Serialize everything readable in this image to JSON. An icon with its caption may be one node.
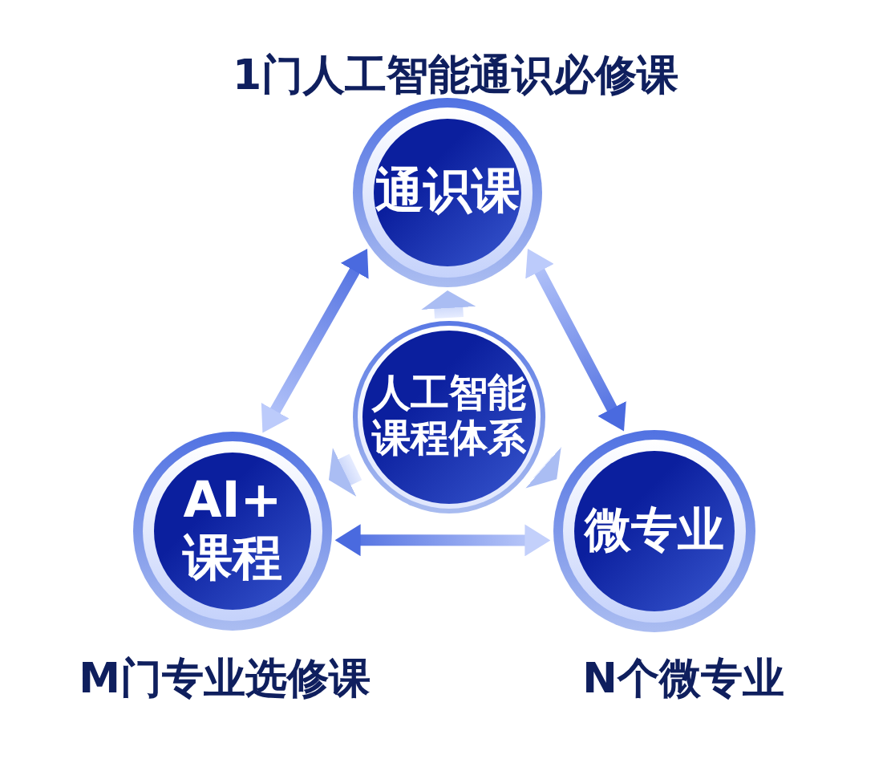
{
  "diagram": {
    "nodes": [
      {
        "text": [
          "通识课"
        ],
        "beside": [
          "1门人工智能通识必修课"
        ]
      },
      {
        "text": [
          "人工智能课程体系"
        ]
      },
      {
        "text": [
          "AI+课程"
        ],
        "beside": [
          "M门专业选修课"
        ]
      },
      {
        "text": [
          "微专业"
        ],
        "beside": [
          "N个微专业"
        ]
      }
    ],
    "edges": [
      {
        "from": 1,
        "to": 0,
        "arrow": "to",
        "style": "thick"
      },
      {
        "from": 1,
        "to": 2,
        "arrow": "to",
        "style": "thick"
      },
      {
        "from": 1,
        "to": 3,
        "arrow": "to",
        "style": "thick"
      },
      {
        "from": 2,
        "to": 0,
        "arrow": "both"
      },
      {
        "from": 0,
        "to": 3,
        "arrow": "both"
      },
      {
        "from": 2,
        "to": 3,
        "arrow": "both"
      }
    ]
  }
}
